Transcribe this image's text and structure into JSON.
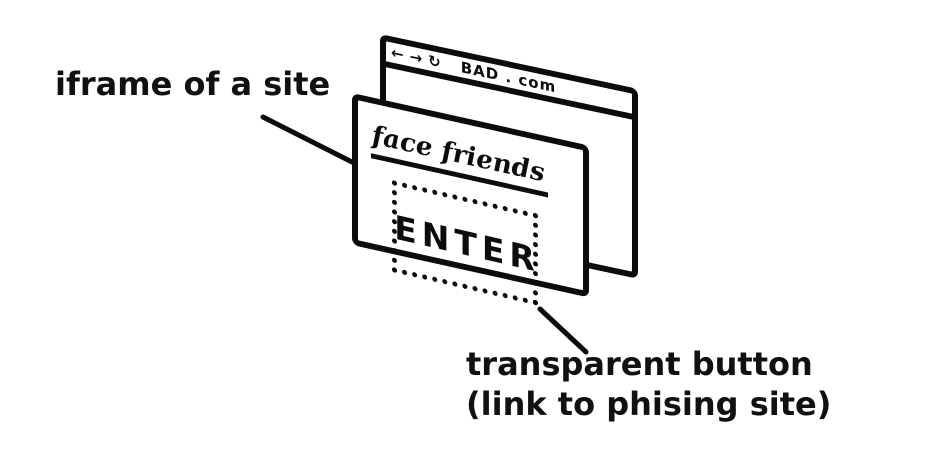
{
  "colors": {
    "background": "#ffffff",
    "ink": "#0c0c0c",
    "label_text": "#111111"
  },
  "annotations": {
    "iframe_label": "iframe of a site",
    "transparent_button_label_line1": "transparent button",
    "transparent_button_label_line2": "(link to phising site)"
  },
  "back_window": {
    "nav": {
      "back_icon": "←",
      "forward_icon": "→",
      "refresh_icon": "↻"
    },
    "url": "BAD . com"
  },
  "front_window": {
    "site_title": "face friends",
    "enter_button": "ENTER"
  }
}
